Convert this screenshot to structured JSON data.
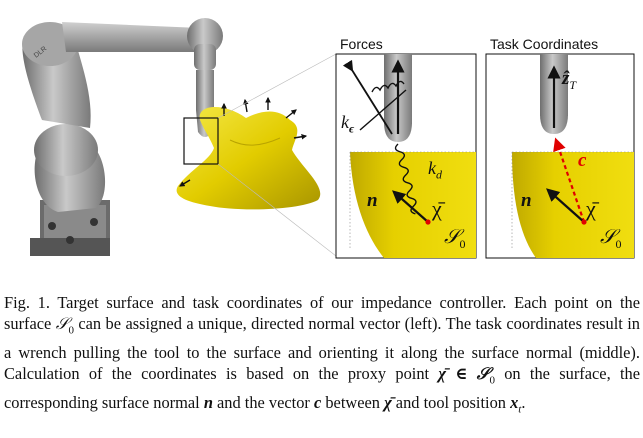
{
  "panels": {
    "forces_title": "Forces",
    "task_title": "Task Coordinates"
  },
  "labels": {
    "k_eps": "k",
    "k_eps_sub": "ϵ",
    "k_d": "k",
    "k_d_sub": "d",
    "n_left": "n",
    "chi_left": "χ̄",
    "s0_left": "𝒮",
    "s0_left_sub": "0",
    "z_t": "ẑ",
    "z_t_sub": "T",
    "c": "c",
    "n_right": "n",
    "chi_right": "χ̄",
    "s0_right": "𝒮",
    "s0_right_sub": "0"
  },
  "caption": {
    "prefix": "Fig. 1.  Target surface and task coordinates of our impedance controller. Each point on the surface ",
    "s0": "𝒮",
    "s0_sub": "0",
    "part2": " can be assigned a unique, directed normal vector (left). The task coordinates result in a wrench pulling the tool to the surface and orienting it along the surface normal (middle). Calculation of the coordinates is based on the proxy point ",
    "chi_in": "χ̄ ∈ 𝒮",
    "chi_in_sub": "0",
    "part3": " on the surface, the corresponding surface normal ",
    "n": "n",
    "part4": " and the vector ",
    "c": "c",
    "part5": " between ",
    "chi": "χ̄",
    "part6": " and tool position ",
    "x": "x",
    "x_sub": "t",
    "end": "."
  },
  "colors": {
    "surface_yellow": "#e8d200",
    "robot_gray": "#9c9c9c",
    "dashed_red": "#e00000"
  }
}
